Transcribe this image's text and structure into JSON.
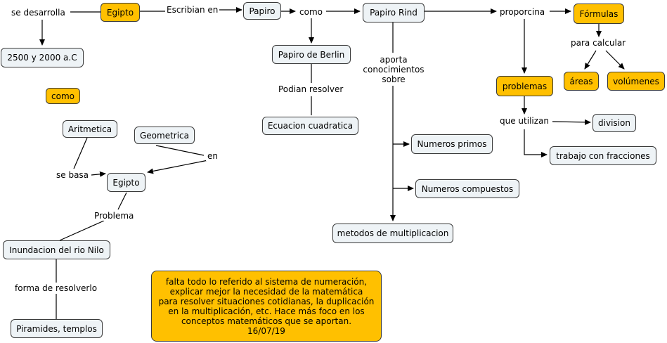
{
  "nodes": {
    "egipto_top": "Egipto",
    "papiro": "Papiro",
    "papiro_rind": "Papiro Rind",
    "formulas": "Fórmulas",
    "era": "2500 y 2000 a.C",
    "papiro_berlin": "Papiro de Berlin",
    "como_box": "como",
    "areas": "áreas",
    "volumenes": "volúmenes",
    "problemas": "problemas",
    "aritmetica": "Aritmetica",
    "geometrica": "Geometrica",
    "ecuacion": "Ecuacion cuadratica",
    "division": "division",
    "numeros_primos": "Numeros primos",
    "trabajo_fracciones": "trabajo con fracciones",
    "egipto_mid": "Egipto",
    "numeros_compuestos": "Numeros compuestos",
    "metodos": "metodos de multiplicacion",
    "inundacion": "Inundacion del rio Nilo",
    "piramides": "Piramides, templos"
  },
  "links": {
    "se_desarrolla": "se desarrolla",
    "escribian_en": "Escribian en",
    "como": "como",
    "proporcina": "proporcina",
    "para_calcular": "para calcular",
    "aporta": "aporta\nconocimientos\nsobre",
    "podian_resolver": "Podian resolver",
    "que_utilizan": "que utilizan",
    "en": "en",
    "se_basa": "se basa",
    "problema": "Problema",
    "forma_resolverlo": "forma de resolverlo"
  },
  "note": {
    "text": "falta todo lo referido al sistema de numeración,\nexplicar mejor la necesidad de la matemática\npara resolver situaciones cotidianas, la duplicación\nen la multiplicación, etc.  Hace más foco en los\nconceptos matemáticos que se aportan.\n16/07/19"
  },
  "colors": {
    "highlight": "#ffc000",
    "node_fill": "#eef3f6",
    "border": "#3a3a3a"
  }
}
